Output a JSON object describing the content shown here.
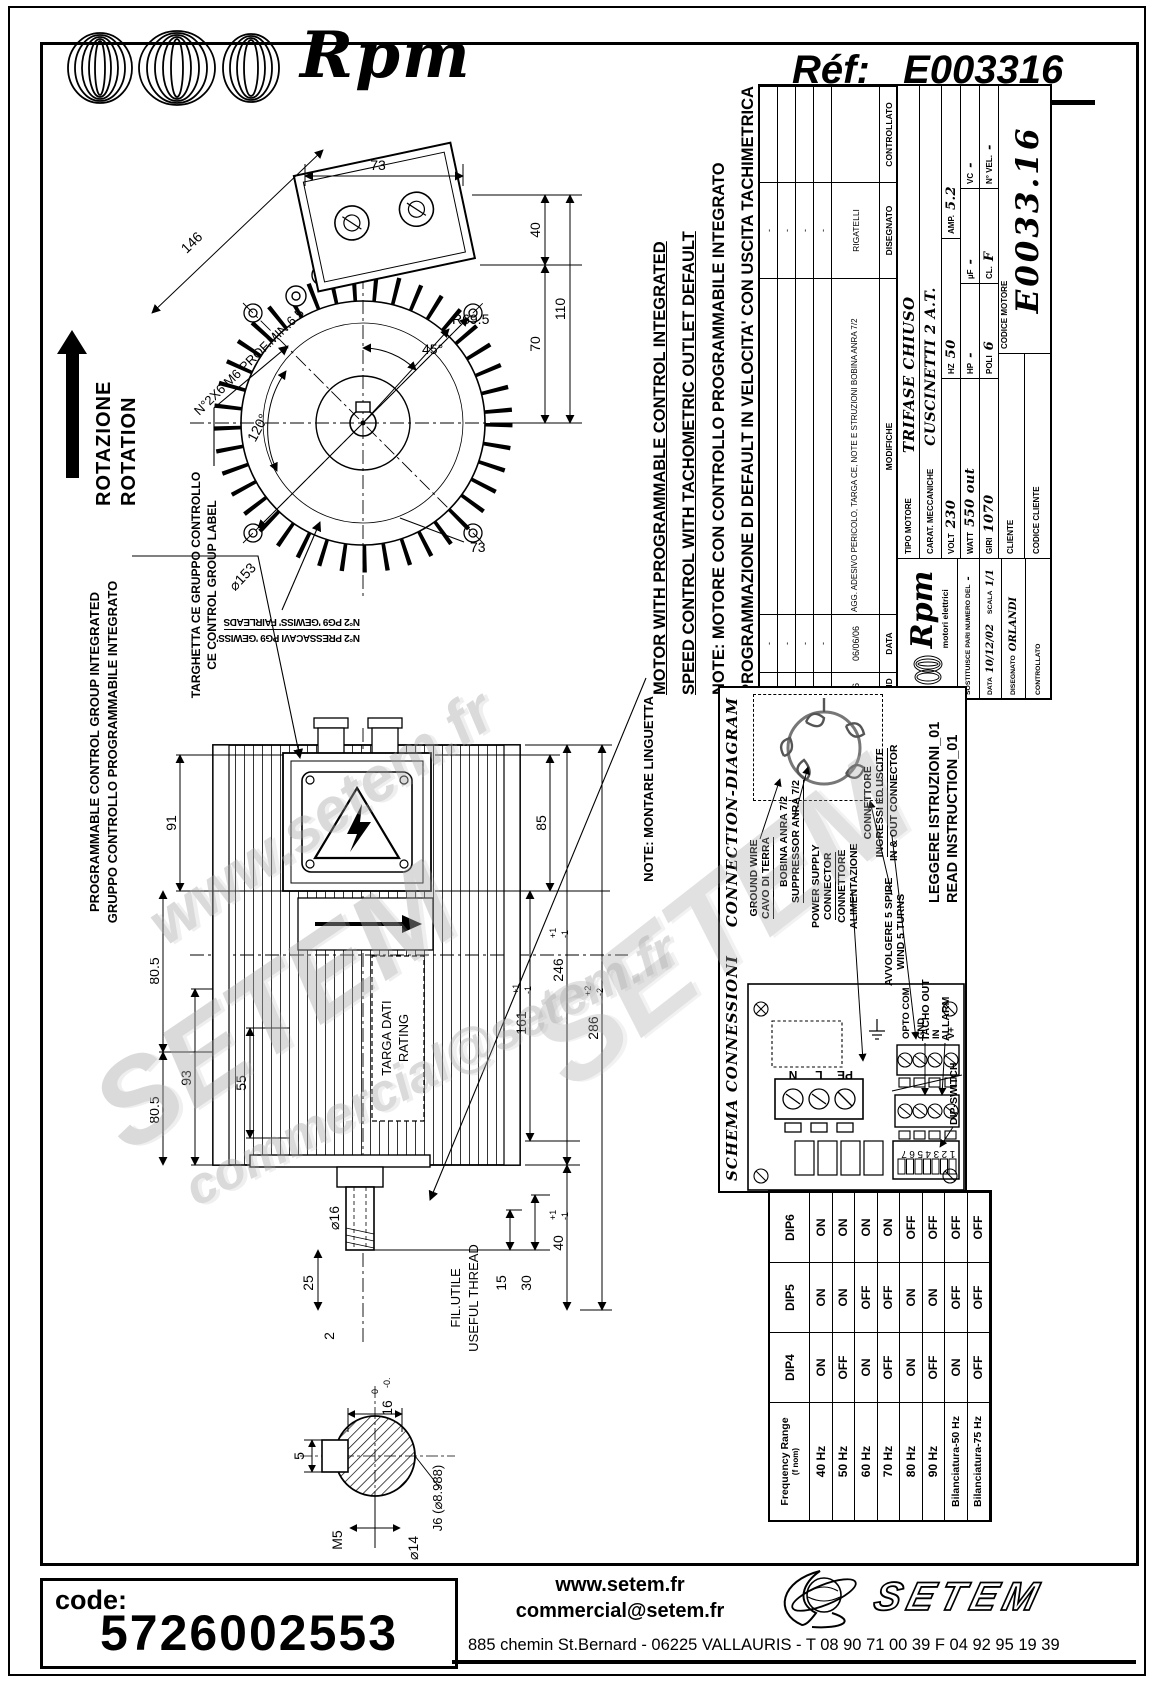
{
  "header": {
    "brand": "Rpm",
    "ref_label": "Réf:",
    "ref_value": "E003316"
  },
  "rotation": {
    "it": "ROTAZIONE",
    "en": "ROTATION"
  },
  "labels": {
    "targhetta_it": "TARGHETTA CE GRUPPO CONTROLLO",
    "targhetta_en": "CE CONTROL GROUP LABEL",
    "prog_en": "PROGRAMMABLE CONTROL GROUP INTEGRATED",
    "prog_it": "GRUPPO CONTROLLO PROGRAMMABILE INTEGRATO",
    "gewiss_it": "N°2 PRESSACAVI PG9 'GEWISS'",
    "gewiss_en": "N°2 PG9 'GEWISS' FAIRLEADS",
    "linguetta": "NOTE: MONTARE LINGUETTA"
  },
  "notes": {
    "l1": "MOTOR WITH PROGRAMMABLE CONTROL INTEGRATED",
    "l2": "SPEED CONTROL WITH TACHOMETRIC OUTLET DEFAULT",
    "l3": "NOTE: MOTORE CON CONTROLLO PROGRAMMABILE INTEGRATO",
    "l4": "PROGRAMMAZIONE DI DEFAULT IN VELOCITA' CON USCITA TACHIMETRICA"
  },
  "front": {
    "d73t": "73",
    "d40": "40",
    "d110": "110",
    "d70": "70",
    "r695": "R69.5",
    "a45": "45°",
    "a120": "120°",
    "d153": "⌀153",
    "d73b": "73",
    "d146": "146",
    "holes": "N°2X6 M6 PROF.MIN.6.5"
  },
  "side": {
    "d91": "91",
    "d805a": "80.5",
    "d93": "93",
    "d55": "55",
    "d805b": "80.5",
    "d85": "85",
    "d246": "246",
    "d246p": "+1",
    "d246m": "-1",
    "d286": "286",
    "d286p": "+2",
    "d286m": "-2",
    "d161": "161",
    "d161p": "+1",
    "d161m": "-1",
    "d40": "40",
    "d40p": "+1",
    "d40m": "-1",
    "d30": "30",
    "d25": "25",
    "d15": "15",
    "d2": "2",
    "d16": "⌀16",
    "targa_it": "TARGA DATI",
    "targa_en": "RATING",
    "fil_it": "FIL.UTILE",
    "fil_en": "USEFUL THREAD"
  },
  "shaft": {
    "d16": "16",
    "tp": "0",
    "tm": "-0.1",
    "d5": "5",
    "j6": "J6 (⌀8.988)",
    "m5": "M5",
    "d14": "⌀14"
  },
  "tb": {
    "dash": "-",
    "rev_ind": "6",
    "rev_date": "06/06/06",
    "rev_desc": "AGG. ADESIVO PERICOLO, TARGA CE, NOTE E STRUZIONI BOBINA ANRA 7/2",
    "rev_sign": "RIGATELLI",
    "h_ind": "IND",
    "h_data": "DATA",
    "h_mod": "MODIFICHE",
    "h_dis": "DISEGNATO",
    "h_con": "CONTROLLATO",
    "brand": "Rpm",
    "brand_sub": "motori elettrici",
    "tipo_l": "TIPO MOTORE",
    "tipo_v": "TRIFASE CHIUSO",
    "carat_l": "CARAT. MECCANICHE",
    "carat_v": "CUSCINETTI 2 A.T.",
    "volt_l": "VOLT",
    "volt_v": "230",
    "hz_l": "HZ",
    "hz_v": "50",
    "amp_l": "AMP.",
    "amp_v": "5.2",
    "watt_l": "WATT",
    "watt_v": "550 out",
    "hp_l": "HP",
    "hp_v": "-",
    "uf_l": "µF",
    "uf_v": "-",
    "vc_l": "VC",
    "vc_v": "-",
    "giri_l": "GIRI",
    "giri_v": "1070",
    "poli_l": "POLI",
    "poli_v": "6",
    "cl_l": "CL.",
    "cl_v": "F",
    "nvel_l": "N° VEL.",
    "nvel_v": "-",
    "cliente_l": "CLIENTE",
    "cod_mot_l": "CODICE MOTORE",
    "cod_mot_v": "E0033.16",
    "cod_cli_l": "CODICE CLIENTE",
    "sost_l": "SOSTITUISCE PARI NUMERO DEL",
    "sost_v": "-",
    "data_l": "DATA",
    "data_v": "10/12/02",
    "scala_l": "SCALA",
    "scala_v": "1/1",
    "dis_v": "ORLANDI"
  },
  "conn": {
    "title_it": "SCHEMA CONNESSIONI",
    "title_en": "CONNECTION-DIAGRAM",
    "ground_en": "GROUND WIRE",
    "ground_it": "CAVO DI TERRA",
    "bob_it": "BOBINA ANRA 7/2",
    "bob_en": "SUPPRESSOR ANRA 7/2",
    "pow1": "POWER SUPPLY",
    "pow2": "CONNECTOR",
    "pow3": "CONNETTORE",
    "pow4": "ALIMENTAZIONE",
    "io1": "CONNETTORE",
    "io2": "INGRESSI ED USCITE",
    "io3": "IN & OUT CONNECTOR",
    "wind_it": "AVVOLGERE 5 SPIRE",
    "wind_en": "WIND 5 TURNS",
    "read_it": "LEGGERE ISTRUZIONI_01",
    "read_en": "READ INSTRUCTION_01",
    "dip": "DIP-SWITCH",
    "pe": "PE",
    "l": "L",
    "n": "N",
    "opto": "OPTO COM",
    "gnd": "GND",
    "in": "IN",
    "vp": "V+",
    "tacho": "TACHO OUT",
    "alarm": "ALLARM",
    "dipnum": "1234567"
  },
  "dip": {
    "h1a": "Frequency Range",
    "h1b": "(f nom)",
    "h4": "DIP4",
    "h5": "DIP5",
    "h6": "DIP6",
    "rows": [
      {
        "f": "40 Hz",
        "d4": "ON",
        "d5": "ON",
        "d6": "ON"
      },
      {
        "f": "50 Hz",
        "d4": "OFF",
        "d5": "ON",
        "d6": "ON"
      },
      {
        "f": "60 Hz",
        "d4": "ON",
        "d5": "OFF",
        "d6": "ON"
      },
      {
        "f": "70 Hz",
        "d4": "OFF",
        "d5": "OFF",
        "d6": "ON"
      },
      {
        "f": "80 Hz",
        "d4": "ON",
        "d5": "ON",
        "d6": "OFF"
      },
      {
        "f": "90 Hz",
        "d4": "OFF",
        "d5": "ON",
        "d6": "OFF"
      },
      {
        "f": "Bilanciatura-50 Hz",
        "d4": "ON",
        "d5": "OFF",
        "d6": "OFF"
      },
      {
        "f": "Bilanciatura-75 Hz",
        "d4": "OFF",
        "d5": "OFF",
        "d6": "OFF"
      }
    ]
  },
  "wm": {
    "w1": "www.setem.fr",
    "w2": "SETEM",
    "w3": "commercial@setem.fr",
    "w4": "SETEM"
  },
  "footer": {
    "code_l": "code:",
    "code_v": "5726002553",
    "web": "www.setem.fr",
    "email": "commercial@setem.fr",
    "address": "885 chemin St.Bernard  -  06225 VALLAURIS  -  T 08 90 71 00 39   F 04 92 95 19 39",
    "brand": "SETEM"
  }
}
